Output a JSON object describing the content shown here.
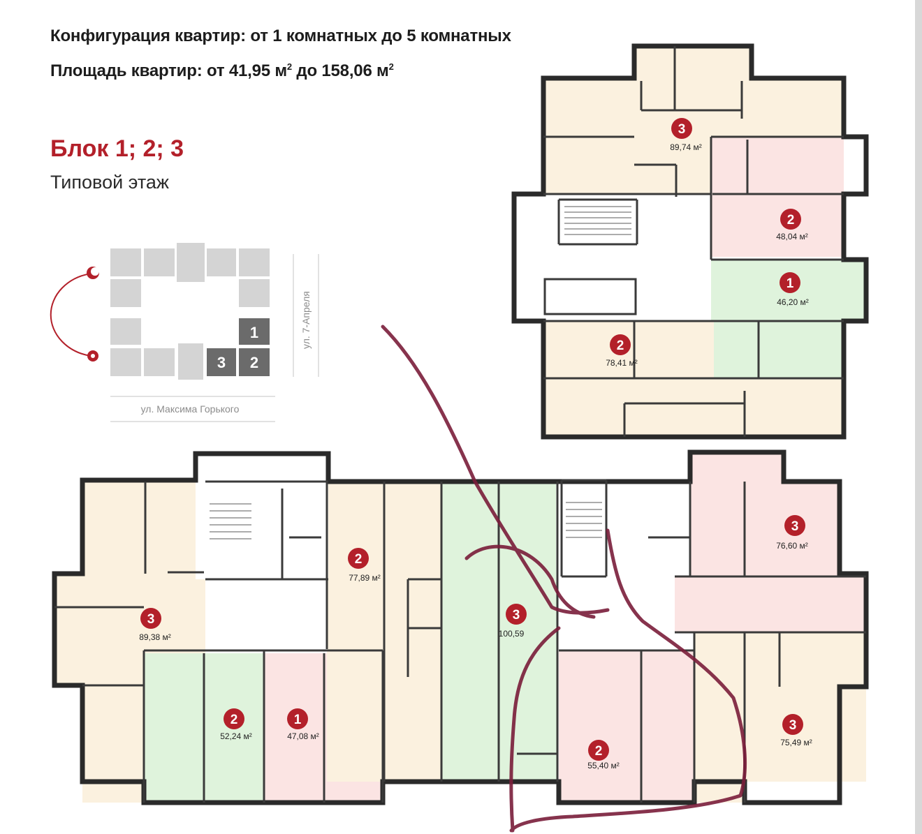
{
  "header": {
    "config_text": "Конфигурация квартир: от 1 комнатных до 5 комнатных",
    "area_prefix": "Площадь квартир: от 41,95 м",
    "area_mid": " до 158,06 м",
    "sup": "2"
  },
  "block": {
    "title": "Блок 1; 2; 3",
    "subtitle": "Типовой этаж"
  },
  "minimap": {
    "street_vertical": "ул. 7-Апреля",
    "street_horizontal": "ул. Максима Горького",
    "highlighted_blocks": [
      "1",
      "2",
      "3"
    ]
  },
  "colors": {
    "accent": "#b3202a",
    "apt_beige": "#fbf1df",
    "apt_pink": "#fbe4e3",
    "apt_green": "#dff3dc",
    "wall": "#2a2a2a",
    "marker": "#7a1d3a"
  },
  "apartments": [
    {
      "rooms": "3",
      "area": "89,74 м²"
    },
    {
      "rooms": "2",
      "area": "48,04 м²"
    },
    {
      "rooms": "1",
      "area": "46,20 м²"
    },
    {
      "rooms": "2",
      "area": "78,41 м²"
    },
    {
      "rooms": "2",
      "area": "77,89 м²"
    },
    {
      "rooms": "3",
      "area": "89,38 м²"
    },
    {
      "rooms": "2",
      "area": "52,24 м²"
    },
    {
      "rooms": "1",
      "area": "47,08 м²"
    },
    {
      "rooms": "3",
      "area": "100,59"
    },
    {
      "rooms": "3",
      "area": "76,60 м²"
    },
    {
      "rooms": "2",
      "area": "55,40 м²"
    },
    {
      "rooms": "3",
      "area": "75,49 м²"
    }
  ]
}
